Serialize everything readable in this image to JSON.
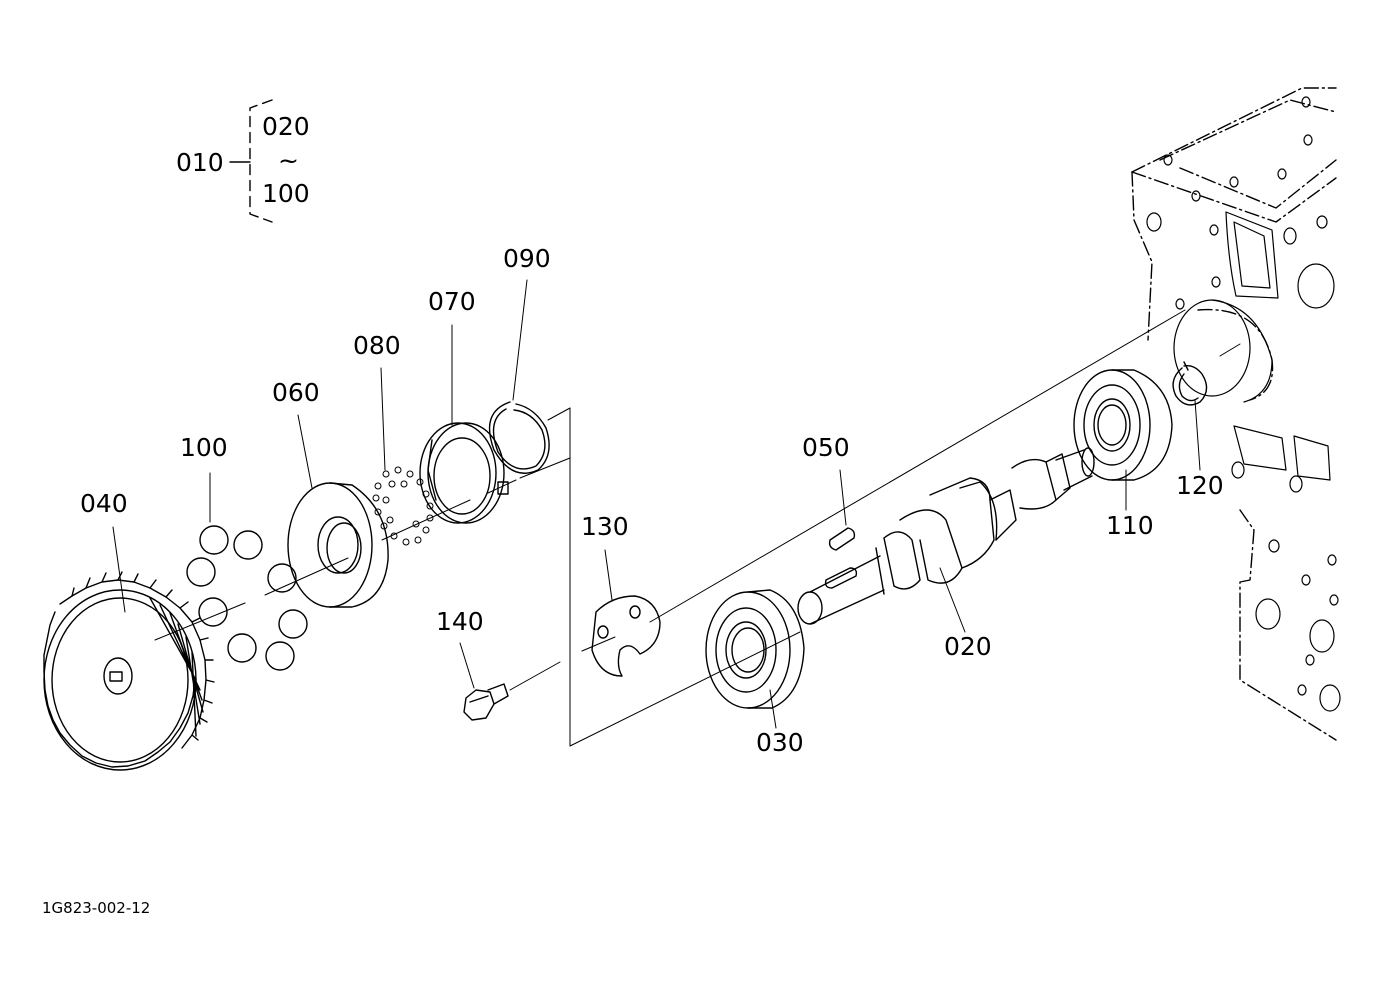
{
  "callouts": {
    "p010": "010",
    "p020_top": "020",
    "range_mark": "~",
    "p100_top": "100",
    "p090": "090",
    "p070": "070",
    "p080": "080",
    "p060": "060",
    "p100": "100",
    "p040": "040",
    "p050": "050",
    "p130": "130",
    "p140": "140",
    "p030": "030",
    "p020": "020",
    "p110": "110",
    "p120": "120"
  },
  "drawing_code": "1G823-002-12"
}
